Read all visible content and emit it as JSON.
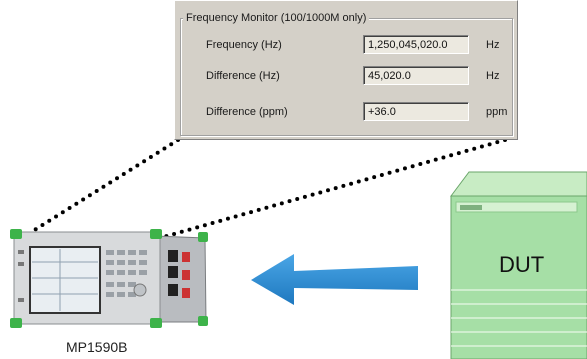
{
  "frequency_monitor": {
    "title": "Frequency Monitor (100/1000M only)",
    "rows": [
      {
        "label": "Frequency (Hz)",
        "value": "1,250,045,020.0",
        "unit": "Hz"
      },
      {
        "label": "Difference (Hz)",
        "value": "45,020.0",
        "unit": "Hz"
      },
      {
        "label": "Difference (ppm)",
        "value": "+36.0",
        "unit": "ppm"
      }
    ]
  },
  "instrument": {
    "label": "MP1590B"
  },
  "dut": {
    "label": "DUT"
  },
  "colors": {
    "panel_bg": "#d4d0c8",
    "dut_green": "#a6dfa6",
    "arrow_blue": "#2f8fd4",
    "instrument_green": "#3db34a"
  }
}
